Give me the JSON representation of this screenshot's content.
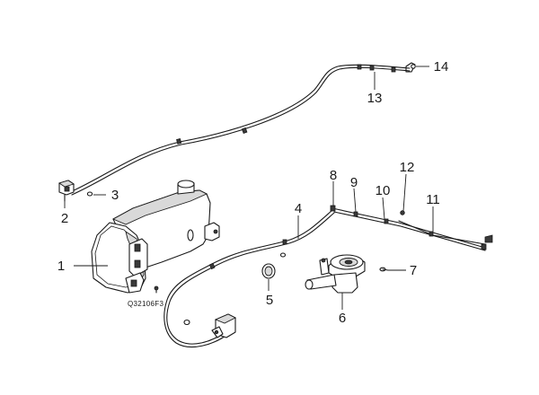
{
  "diagram": {
    "code": "Q32106F3",
    "callouts": [
      {
        "id": "c1",
        "label": "1"
      },
      {
        "id": "c2",
        "label": "2"
      },
      {
        "id": "c3",
        "label": "3"
      },
      {
        "id": "c4",
        "label": "4"
      },
      {
        "id": "c5",
        "label": "5"
      },
      {
        "id": "c6",
        "label": "6"
      },
      {
        "id": "c7",
        "label": "7"
      },
      {
        "id": "c8",
        "label": "8"
      },
      {
        "id": "c9",
        "label": "9"
      },
      {
        "id": "c10",
        "label": "10"
      },
      {
        "id": "c11",
        "label": "11"
      },
      {
        "id": "c12",
        "label": "12"
      },
      {
        "id": "c13",
        "label": "13"
      },
      {
        "id": "c14",
        "label": "14"
      }
    ]
  }
}
